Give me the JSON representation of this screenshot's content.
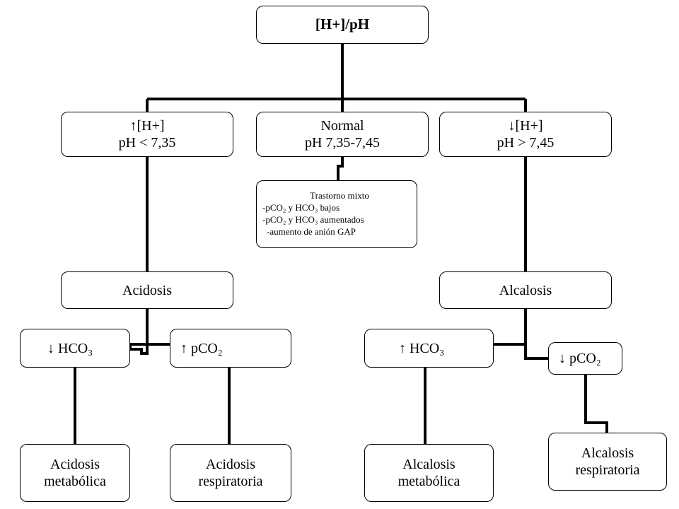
{
  "root": {
    "label": "[H+]/pH"
  },
  "branches": {
    "high": {
      "line1": "↑[H+]",
      "line2": "pH < 7,35"
    },
    "normal": {
      "line1": "Normal",
      "line2": "pH 7,35-7,45"
    },
    "low": {
      "line1": "↓[H+]",
      "line2": "pH > 7,45"
    }
  },
  "mixed": {
    "title": "Trastorno mixto",
    "lines": [
      "-pCO₂ y HCO₃ bajos",
      "-pCO₂ y HCO₃ aumentados",
      "-aumento de anión GAP"
    ]
  },
  "acidosis": {
    "label": "Acidosis",
    "hco3": "↓ HCO₃",
    "pco2": "↑ pCO₂",
    "metabolic": {
      "line1": "Acidosis",
      "line2": "metabólica"
    },
    "respiratory": {
      "line1": "Acidosis",
      "line2": "respiratoria"
    }
  },
  "alcalosis": {
    "label": "Alcalosis",
    "hco3": "↑ HCO₃",
    "pco2": "↓ pCO₂",
    "metabolic": {
      "line1": "Alcalosis",
      "line2": "metabólica"
    },
    "respiratory": {
      "line1": "Alcalosis",
      "line2": "respiratoria"
    }
  }
}
